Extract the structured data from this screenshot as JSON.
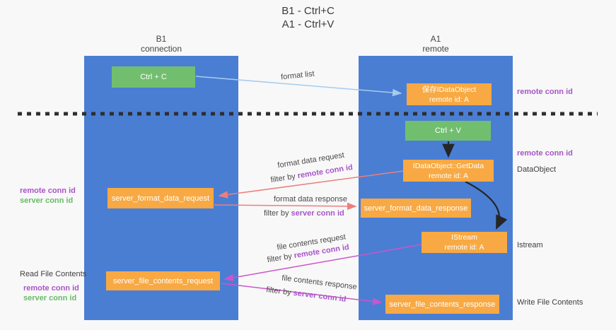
{
  "title": {
    "line1": "B1 - Ctrl+C",
    "line2": "A1 - Ctrl+V"
  },
  "columns": {
    "left": {
      "name": "B1",
      "subtitle": "connection"
    },
    "right": {
      "name": "A1",
      "subtitle": "remote"
    }
  },
  "boxes": {
    "ctrl_c": "Ctrl + C",
    "ctrl_v": "Ctrl + V",
    "save_idataobject": {
      "line1": "保存IDataObject",
      "line2": "remote id: A"
    },
    "getdata": {
      "line1": "IDataObject::GetData",
      "line2": "remote id: A"
    },
    "istream": {
      "line1": "IStream",
      "line2": "remote id: A"
    },
    "server_format_data_request": "server_format_data_request",
    "server_format_data_response": "server_format_data_response",
    "server_file_contents_request": "server_file_contents_request",
    "server_file_contents_response": "server_file_contents_response"
  },
  "annotations": {
    "format_list": "format list",
    "format_data_request": "format data request",
    "format_data_response": "format data response",
    "file_contents_request": "file contents request",
    "file_contents_response": "file contents response",
    "filter_by": "filter by",
    "remote_conn_id": "remote conn id",
    "server_conn_id": "server conn id"
  },
  "side_labels": {
    "remote_conn_id": "remote conn id",
    "server_conn_id": "server conn id",
    "dataobject": "DataObject",
    "istream": "Istream",
    "read_file_contents": "Read File Contents",
    "write_file_contents": "Write File Contents"
  },
  "colors": {
    "lifeline_blue": "#4a7ed3",
    "action_green": "#71bf6e",
    "message_orange": "#f8a943",
    "arrow_lightblue": "#a6cbee",
    "arrow_red": "#ee7e7e",
    "arrow_magenta": "#cc55cb",
    "arrow_black": "#262626",
    "label_purple": "#a855c8",
    "label_green": "#67bb67",
    "text_dark": "#3e3e3e"
  }
}
